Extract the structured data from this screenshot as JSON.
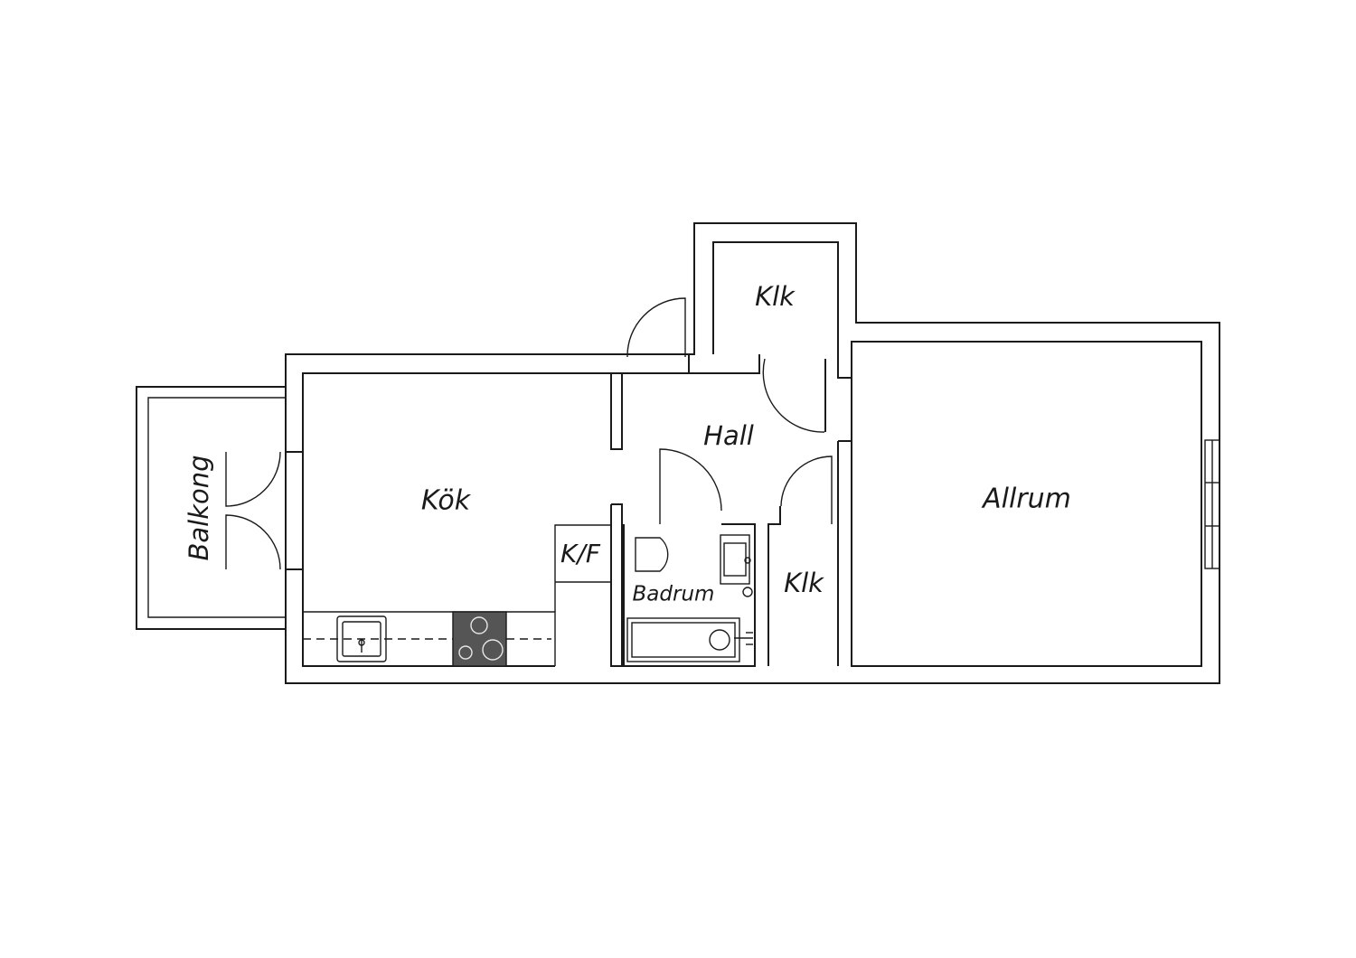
{
  "rooms": {
    "balkong": "Balkong",
    "kok": "Kök",
    "kf": "K/F",
    "hall": "Hall",
    "klk_top": "Klk",
    "klk_bottom": "Klk",
    "badrum": "Badrum",
    "allrum": "Allrum"
  },
  "colors": {
    "line": "#1a1a1a",
    "stove": "#555555",
    "background": "#ffffff"
  }
}
